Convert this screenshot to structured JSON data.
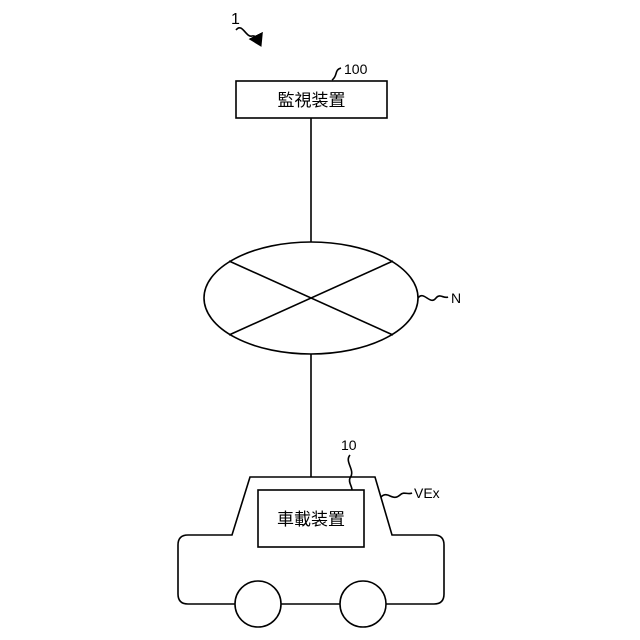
{
  "figure_ref": "1",
  "monitor": {
    "ref": "100",
    "label": "監視装置"
  },
  "network": {
    "ref": "N"
  },
  "vehicle": {
    "ref": "VEx"
  },
  "onboard": {
    "ref": "10",
    "label": "車載装置"
  },
  "colors": {
    "line": "#000000",
    "background": "#ffffff"
  }
}
